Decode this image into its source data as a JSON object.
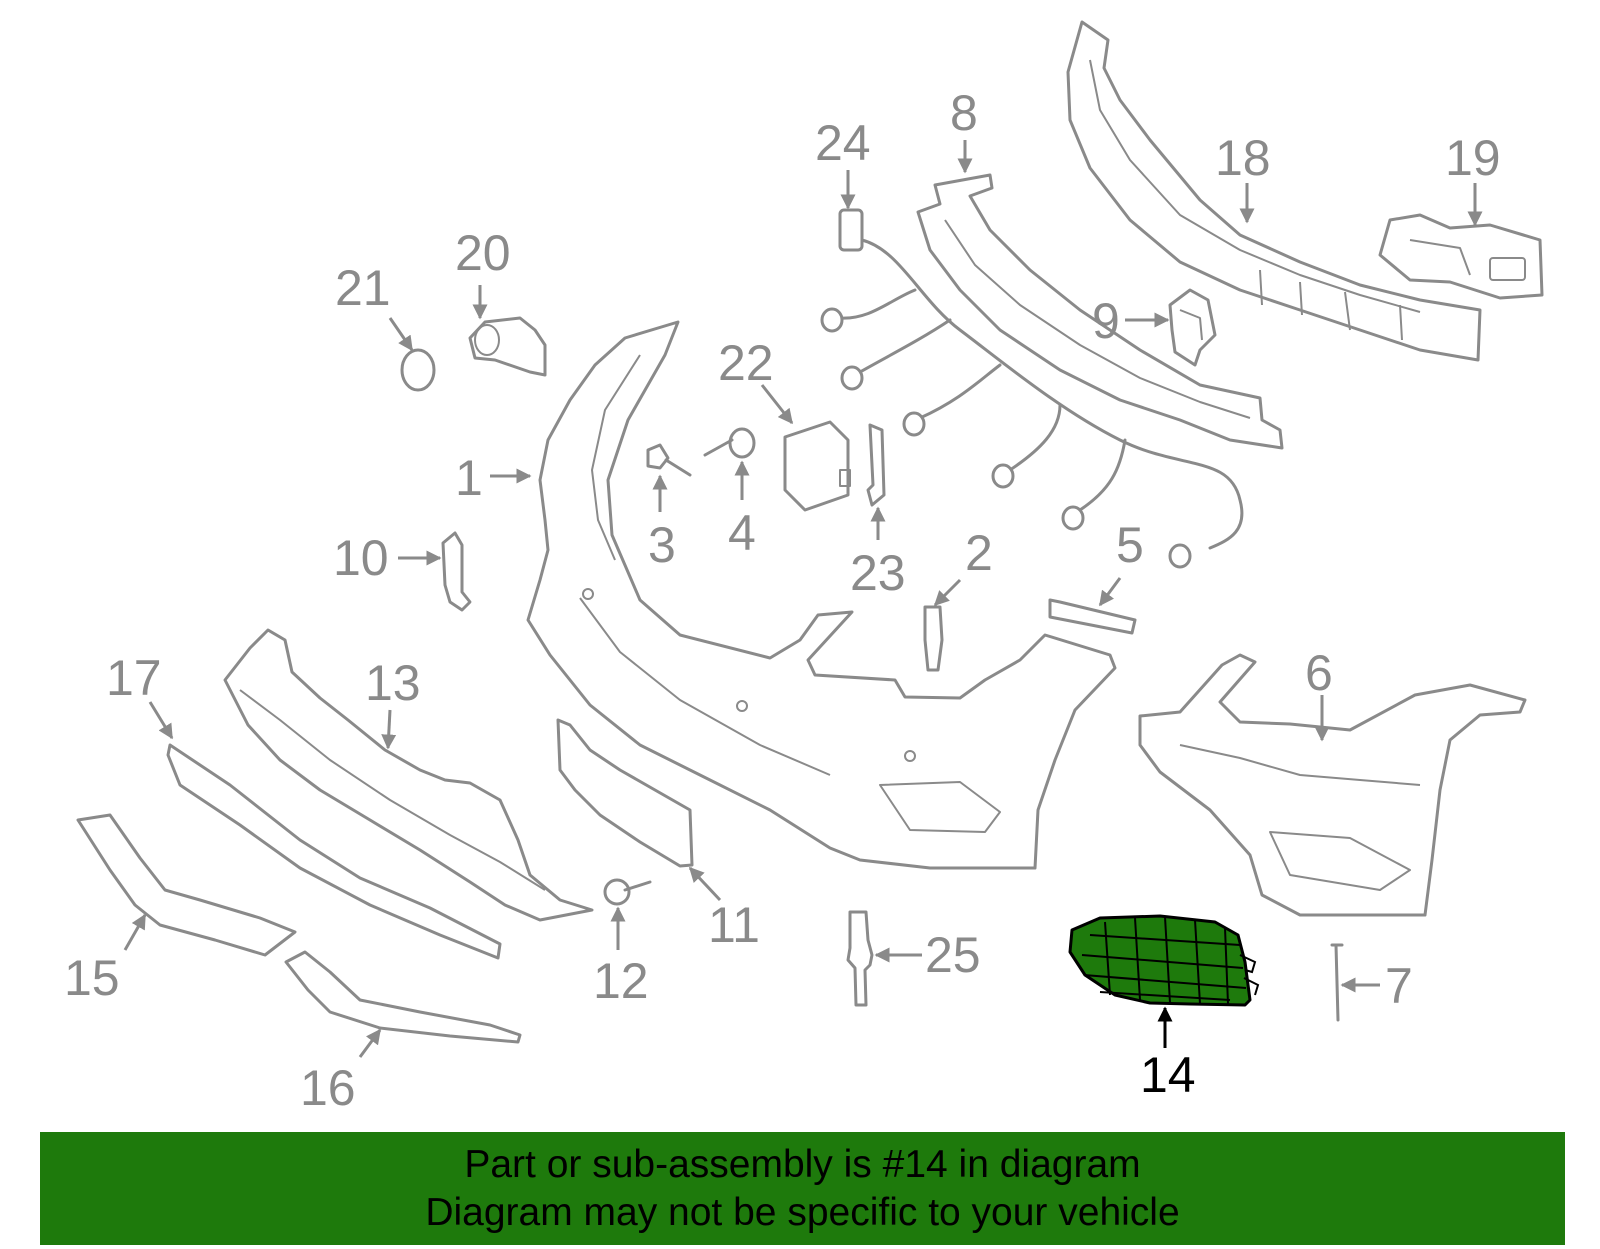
{
  "colors": {
    "part_stroke": "#8a8a8a",
    "highlight_fill": "#1e7a0c",
    "banner_bg": "#1e7a0c",
    "text_dark": "#000000"
  },
  "highlighted_part": "14",
  "callouts": {
    "c1": "1",
    "c2": "2",
    "c3": "3",
    "c4": "4",
    "c5": "5",
    "c6": "6",
    "c7": "7",
    "c8": "8",
    "c9": "9",
    "c10": "10",
    "c11": "11",
    "c12": "12",
    "c13": "13",
    "c14": "14",
    "c15": "15",
    "c16": "16",
    "c17": "17",
    "c18": "18",
    "c19": "19",
    "c20": "20",
    "c21": "21",
    "c22": "22",
    "c23": "23",
    "c24": "24",
    "c25": "25"
  },
  "banner": {
    "line1": "Part or sub-assembly is #14 in diagram",
    "line2": "Diagram may not be specific to your vehicle"
  }
}
